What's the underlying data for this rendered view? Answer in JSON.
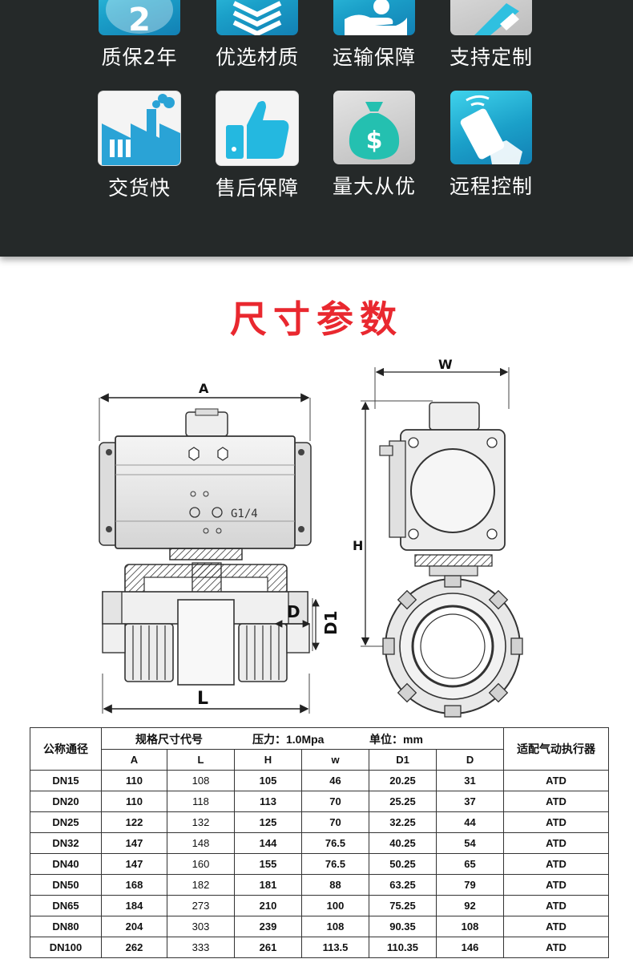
{
  "features": [
    {
      "label": "质保2年",
      "icon": "warranty-2-icon"
    },
    {
      "label": "优选材质",
      "icon": "layers-icon"
    },
    {
      "label": "运输保障",
      "icon": "hand-coin-icon"
    },
    {
      "label": "支持定制",
      "icon": "pencil-icon"
    },
    {
      "label": "交货快",
      "icon": "factory-icon"
    },
    {
      "label": "售后保障",
      "icon": "thumbs-up-icon"
    },
    {
      "label": "量大从优",
      "icon": "money-bag-icon"
    },
    {
      "label": "远程控制",
      "icon": "remote-control-icon"
    }
  ],
  "section_title": "尺寸参数",
  "drawing": {
    "dim_A": "A",
    "dim_L": "L",
    "dim_D": "D",
    "dim_D1": "D1",
    "dim_W": "W",
    "dim_H": "H",
    "port_label": "G1/4"
  },
  "table": {
    "col_nominal": "公称通径",
    "spec_group": "规格尺寸代号",
    "pressure": "压力：1.0Mpa",
    "unit": "单位：mm",
    "col_actuator": "适配气动执行器",
    "columns": [
      "A",
      "L",
      "H",
      "w",
      "D1",
      "D"
    ],
    "rows": [
      [
        "DN15",
        "110",
        "108",
        "105",
        "46",
        "20.25",
        "31",
        "ATD"
      ],
      [
        "DN20",
        "110",
        "118",
        "113",
        "70",
        "25.25",
        "37",
        "ATD"
      ],
      [
        "DN25",
        "122",
        "132",
        "125",
        "70",
        "32.25",
        "44",
        "ATD"
      ],
      [
        "DN32",
        "147",
        "148",
        "144",
        "76.5",
        "40.25",
        "54",
        "ATD"
      ],
      [
        "DN40",
        "147",
        "160",
        "155",
        "76.5",
        "50.25",
        "65",
        "ATD"
      ],
      [
        "DN50",
        "168",
        "182",
        "181",
        "88",
        "63.25",
        "79",
        "ATD"
      ],
      [
        "DN65",
        "184",
        "273",
        "210",
        "100",
        "75.25",
        "92",
        "ATD"
      ],
      [
        "DN80",
        "204",
        "303",
        "239",
        "108",
        "90.35",
        "108",
        "ATD"
      ],
      [
        "DN100",
        "262",
        "333",
        "261",
        "113.5",
        "110.35",
        "146",
        "ATD"
      ]
    ]
  }
}
